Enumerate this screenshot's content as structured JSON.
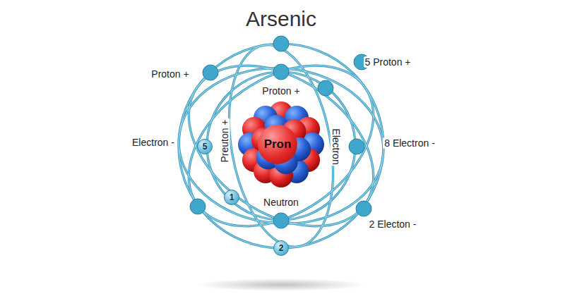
{
  "diagram": {
    "title": "Arsenic",
    "nodes": [
      {
        "text": [
          "5"
        ]
      },
      {
        "text": [
          "Pron"
        ]
      },
      {
        "text": [
          "1"
        ]
      },
      {
        "text": [
          "2"
        ]
      }
    ],
    "labels": [
      "Proton +",
      "5 Proton +",
      "Proton +",
      "Electron -",
      "Preuton +",
      "Electron",
      "8 Electron -",
      "Neutron",
      "2 Electon -"
    ]
  }
}
